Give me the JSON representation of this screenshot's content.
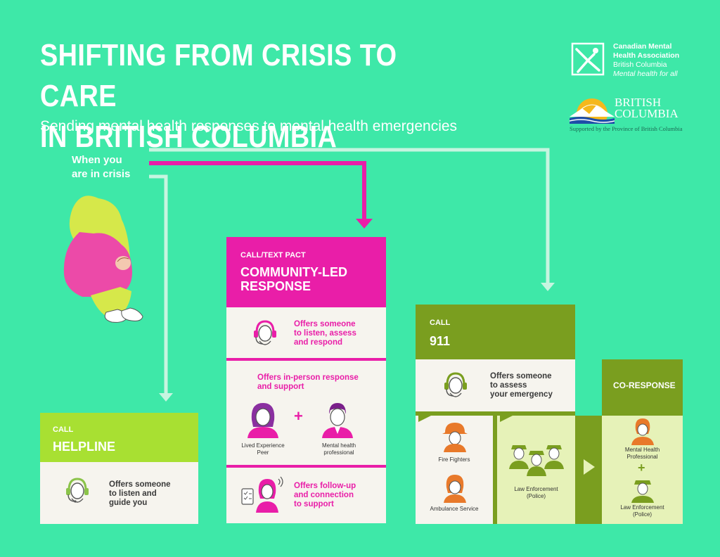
{
  "title_line1": "SHIFTING FROM CRISIS TO CARE",
  "title_line2": "IN BRITISH COLUMBIA",
  "subtitle": "Sending mental health responses to mental health emergencies",
  "crisis_label_line1": "When you",
  "crisis_label_line2": "are in crisis",
  "cmha_logo": {
    "line1": "Canadian Mental",
    "line2": "Health Association",
    "line3": "British Columbia",
    "tagline": "Mental health for all"
  },
  "bc_logo": {
    "line1": "BRITISH",
    "line2": "COLUMBIA",
    "supported": "Supported by the Province of British Columbia"
  },
  "helpline": {
    "call": "CALL",
    "name": "HELPLINE",
    "desc1": "Offers someone",
    "desc2": "to listen and",
    "desc3": "guide you"
  },
  "pact": {
    "call": "CALL/TEXT PACT",
    "name1": "COMMUNITY-LED",
    "name2": "RESPONSE",
    "s1_desc1": "Offers someone",
    "s1_desc2": "to listen, assess",
    "s1_desc3": "and respond",
    "s2_desc1": "Offers in-person response",
    "s2_desc2": "and support",
    "peer1": "Lived Experience",
    "peer2": "Peer",
    "prof1": "Mental health",
    "prof2": "professional",
    "plus": "+",
    "s3_desc1": "Offers follow-up",
    "s3_desc2": "and connection",
    "s3_desc3": "to support"
  },
  "call911": {
    "call": "CALL",
    "name": "911",
    "desc1": "Offers someone",
    "desc2": "to assess",
    "desc3": "your emergency",
    "fire": "Fire Fighters",
    "ambulance": "Ambulance Service",
    "law1": "Law Enforcement",
    "law2": "(Police)"
  },
  "coresponse": {
    "name": "CO-RESPONSE",
    "mh1": "Mental Health",
    "mh2": "Professional",
    "plus": "+",
    "law1": "Law Enforcement",
    "law2": "(Police)"
  },
  "colors": {
    "background": "#3ee8a8",
    "pink": "#e91ea8",
    "lime": "#a8e032",
    "olive": "#7a9e1f",
    "cream": "#f6f4ee",
    "light_green": "#e6f2b8",
    "arrow_light": "#c6f5e0",
    "orange": "#e8792a"
  }
}
